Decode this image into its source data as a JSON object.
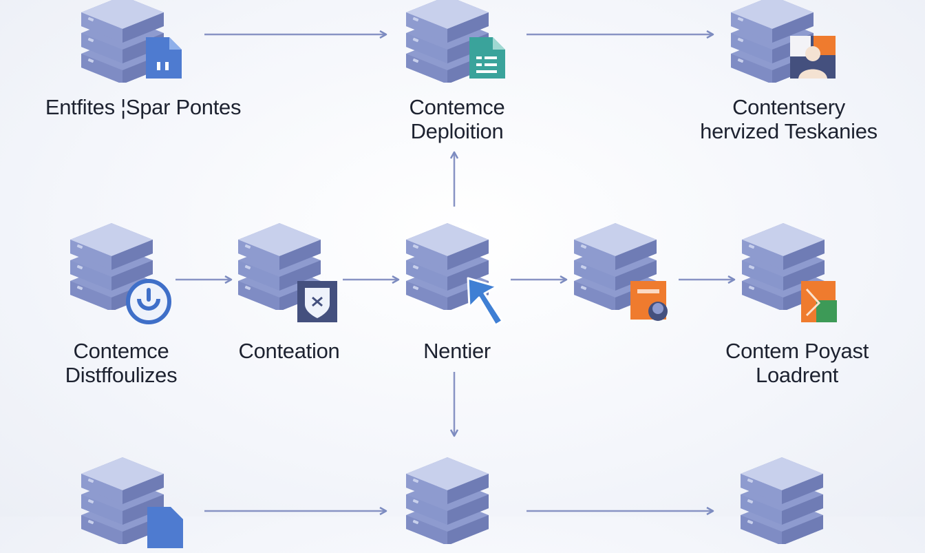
{
  "colors": {
    "server_top": "#c8d0ec",
    "server_side": "#8e9bcf",
    "server_dark": "#6f7cb5",
    "arrow": "#7c8bc0",
    "badge_blue": "#4e7bd0",
    "badge_teal": "#3aa39b",
    "badge_orange": "#ef7b2e",
    "badge_green": "#3d9a57",
    "badge_navy": "#44507e",
    "cursor_blue": "#3f7fd4"
  },
  "nodes": {
    "top_left": {
      "line1": "Entfites ¦Spar Pontes",
      "line2": "",
      "badge_icon": "document-icon"
    },
    "top_center": {
      "line1": "Contemce",
      "line2": "Deploition",
      "badge_icon": "file-list-icon"
    },
    "top_right": {
      "line1": "Contentsery",
      "line2": "hervized Teskanies",
      "badge_icon": "user-profile-icon"
    },
    "mid_1": {
      "line1": "Contemce",
      "line2": "Distffoulizes",
      "badge_icon": "power-icon"
    },
    "mid_2": {
      "line1": "Conteation",
      "line2": "",
      "badge_icon": "shield-tool-icon"
    },
    "mid_3": {
      "line1": "Nentier",
      "line2": "",
      "badge_icon": "cursor-icon"
    },
    "mid_4": {
      "line1": "",
      "line2": "",
      "badge_icon": "photo-icon"
    },
    "mid_5": {
      "line1": "Contem Poyast",
      "line2": "Loadrent",
      "badge_icon": "folder-chart-icon"
    },
    "bottom_left": {
      "line1": "",
      "line2": "",
      "badge_icon": "document-icon"
    },
    "bottom_center": {
      "line1": "",
      "line2": "",
      "badge_icon": "none"
    },
    "bottom_right": {
      "line1": "",
      "line2": "",
      "badge_icon": "none"
    }
  }
}
